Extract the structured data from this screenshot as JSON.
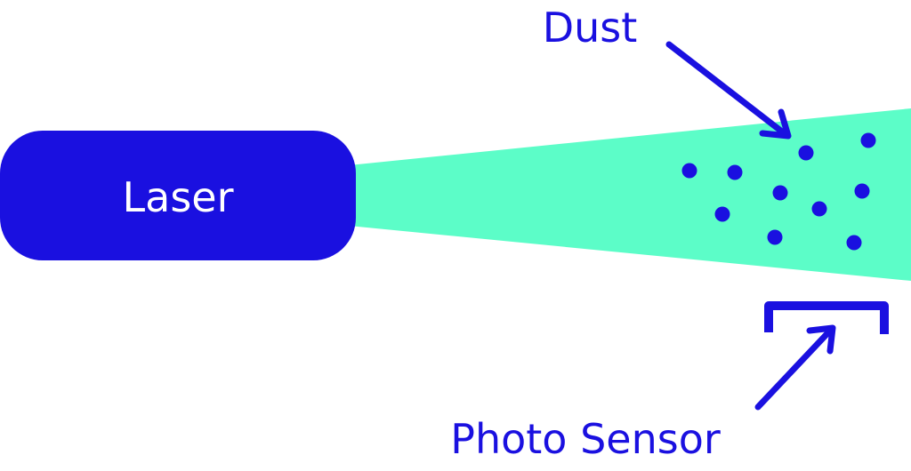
{
  "labels": {
    "laser": "Laser",
    "dust": "Dust",
    "photo_sensor": "Photo Sensor"
  },
  "colors": {
    "primary": "#1a10e0",
    "beam": "#5cfdc8",
    "text_on_primary": "#ffffff",
    "background": "#ffffff"
  }
}
